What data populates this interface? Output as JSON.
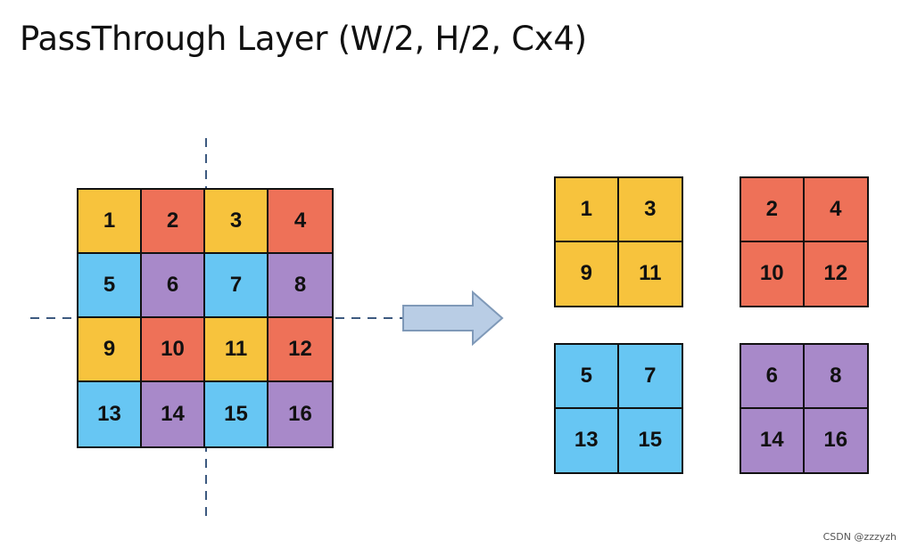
{
  "title": "PassThrough Layer (W/2, H/2, Cx4)",
  "colors": {
    "yellow": "#f7c33d",
    "red": "#ee7158",
    "blue": "#67c6f3",
    "purple": "#a889c9",
    "arrow_fill": "#b9cde5",
    "arrow_stroke": "#7f99b8",
    "dash_line": "#3d5a80"
  },
  "input_grid": {
    "cells": [
      {
        "label": "1",
        "color": "yellow"
      },
      {
        "label": "2",
        "color": "red"
      },
      {
        "label": "3",
        "color": "yellow"
      },
      {
        "label": "4",
        "color": "red"
      },
      {
        "label": "5",
        "color": "blue"
      },
      {
        "label": "6",
        "color": "purple"
      },
      {
        "label": "7",
        "color": "blue"
      },
      {
        "label": "8",
        "color": "purple"
      },
      {
        "label": "9",
        "color": "yellow"
      },
      {
        "label": "10",
        "color": "red"
      },
      {
        "label": "11",
        "color": "yellow"
      },
      {
        "label": "12",
        "color": "red"
      },
      {
        "label": "13",
        "color": "blue"
      },
      {
        "label": "14",
        "color": "purple"
      },
      {
        "label": "15",
        "color": "blue"
      },
      {
        "label": "16",
        "color": "purple"
      }
    ]
  },
  "output_grids": {
    "top_left": {
      "color": "yellow",
      "cells": [
        "1",
        "3",
        "9",
        "11"
      ]
    },
    "top_right": {
      "color": "red",
      "cells": [
        "2",
        "4",
        "10",
        "12"
      ]
    },
    "bottom_left": {
      "color": "blue",
      "cells": [
        "5",
        "7",
        "13",
        "15"
      ]
    },
    "bottom_right": {
      "color": "purple",
      "cells": [
        "6",
        "8",
        "14",
        "16"
      ]
    }
  },
  "watermark": "CSDN @zzzyzh"
}
